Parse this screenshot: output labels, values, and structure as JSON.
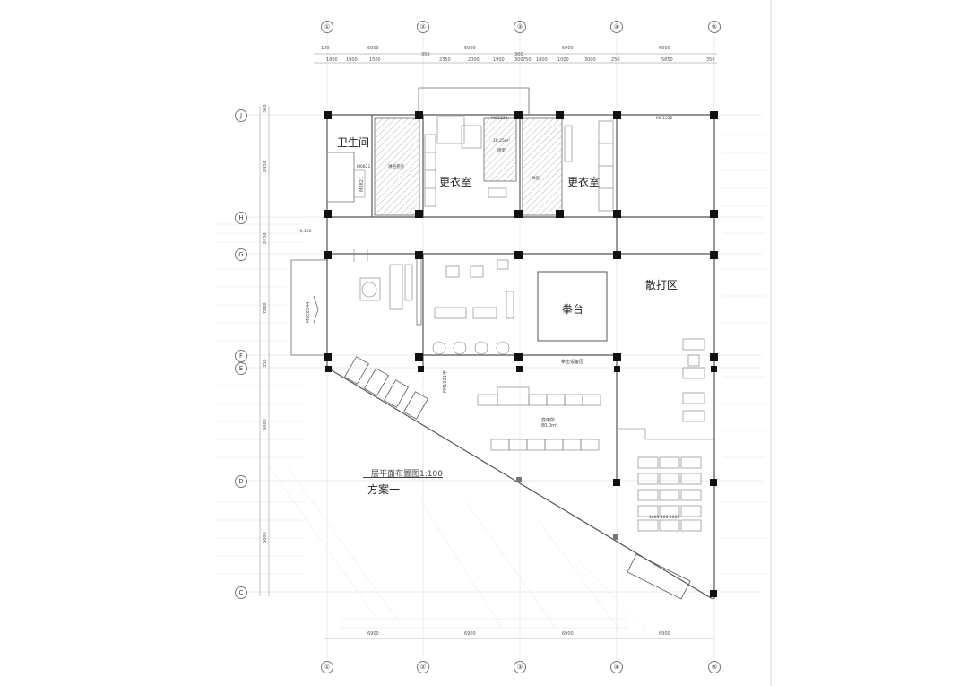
{
  "rooms": {
    "toilet": "卫生间",
    "changing_left": "更衣室",
    "changing_right": "更衣室",
    "ring": "拳台",
    "sparring": "散打区",
    "boxing_equipment": "拳击设备区",
    "treadmill_area": "变电所",
    "treadmill_area_sub": "80.0m²",
    "shower_left": "淋浴卷房",
    "shower_right": "淋浴",
    "locker_small": "储室",
    "locker_small_area": "10.25m²"
  },
  "drawing": {
    "title": "一层平面布置图1:100",
    "scheme": "方案一",
    "elevation": "-0.150"
  },
  "doors": {
    "mc1": "MC1532",
    "mc2": "MC1532",
    "m0821a": "M0821",
    "m0821b": "M0821",
    "mlc": "MLC0544",
    "fm": "FM1021甲",
    "bench": "1800 480 1800"
  },
  "grid": {
    "columns": [
      "①",
      "②",
      "③",
      "④",
      "⑤"
    ],
    "rows": [
      "J",
      "H",
      "G",
      "F",
      "E",
      "D",
      "C"
    ]
  },
  "dims": {
    "top_main": [
      "100",
      "6900",
      "6900",
      "300",
      "6900",
      "6900",
      "350"
    ],
    "top_sub": [
      "1800",
      "1900",
      "1500",
      "350",
      "2350",
      "2000",
      "1900",
      "300",
      "750",
      "1800",
      "1000",
      "3000",
      "250",
      "5850",
      "350"
    ],
    "left": [
      "300",
      "2450",
      "2450",
      "7800",
      "350",
      "6000",
      "6000"
    ],
    "bottom": [
      "6900",
      "6900",
      "6900",
      "6900"
    ]
  }
}
